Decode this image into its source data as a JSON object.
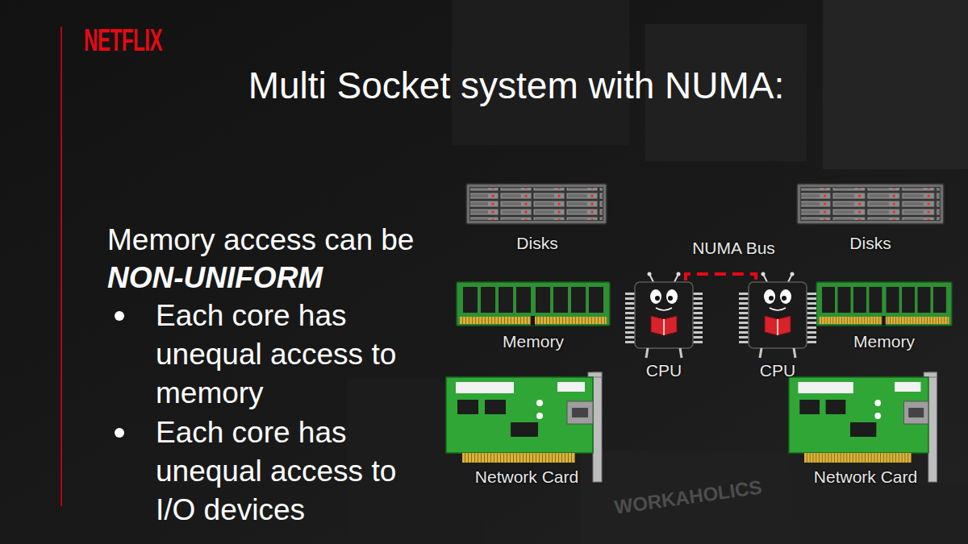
{
  "diagram": {
    "title": "Multi Socket system with NUMA:",
    "nodes": [
      {
        "text": [
          "Disks"
        ]
      },
      {
        "text": [
          "Disks"
        ]
      },
      {
        "text": [
          "Memory"
        ]
      },
      {
        "text": [
          "CPU"
        ]
      },
      {
        "text": [
          "CPU"
        ]
      },
      {
        "text": [
          "Memory"
        ]
      },
      {
        "text": [
          "Network Card"
        ]
      },
      {
        "text": [
          "Network Card"
        ]
      }
    ],
    "edges": [
      {
        "from": 3,
        "to": 4,
        "arrow": "none",
        "label": "NUMA Bus"
      }
    ],
    "labels": [
      "NETFLIX",
      "Memory access can be",
      "NON-UNIFORM",
      "Each core has unequal access to memory",
      "Each core has unequal access to I/O devices",
      "WORKAHOLICS"
    ]
  }
}
